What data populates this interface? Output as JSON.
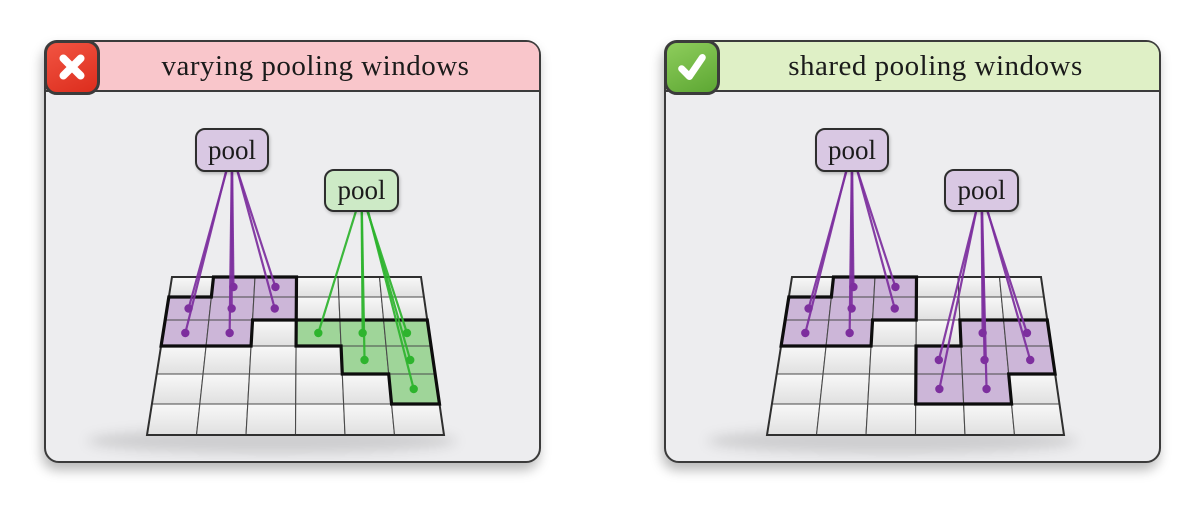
{
  "figure": {
    "panels": [
      {
        "name": "varying",
        "title": "varying pooling windows",
        "status_icon": "cross",
        "header_bg": "#f9c6cb",
        "icon_bg_top": "#f25442",
        "icon_bg_bottom": "#dc2d1d",
        "pools": [
          {
            "label": "pool",
            "box_fill": "#d9c8e3",
            "accent": "#7d2f9e",
            "cell_fill": "#ccb6d8",
            "cells": [
              [
                1,
                2
              ],
              [
                1,
                3
              ],
              [
                2,
                1
              ],
              [
                2,
                2
              ],
              [
                2,
                3
              ],
              [
                3,
                1
              ],
              [
                3,
                2
              ]
            ],
            "outline": [
              [
                0,
                1
              ],
              [
                0,
                3
              ],
              [
                2,
                3
              ],
              [
                2,
                2
              ],
              [
                3,
                2
              ],
              [
                3,
                0
              ],
              [
                1,
                0
              ],
              [
                1,
                1
              ]
            ]
          },
          {
            "label": "pool",
            "box_fill": "#cdeac6",
            "accent": "#2eb42e",
            "cell_fill": "#9fd599",
            "cells": [
              [
                3,
                4
              ],
              [
                3,
                5
              ],
              [
                3,
                6
              ],
              [
                4,
                5
              ],
              [
                4,
                6
              ],
              [
                5,
                6
              ]
            ],
            "outline": [
              [
                2,
                3
              ],
              [
                2,
                6
              ],
              [
                5,
                6
              ],
              [
                5,
                5
              ],
              [
                4,
                5
              ],
              [
                4,
                4
              ],
              [
                3,
                4
              ],
              [
                3,
                3
              ]
            ]
          }
        ]
      },
      {
        "name": "shared",
        "title": "shared pooling windows",
        "status_icon": "check",
        "header_bg": "#dff0c6",
        "icon_bg_top": "#8ecd5c",
        "icon_bg_bottom": "#5da733",
        "pools": [
          {
            "label": "pool",
            "box_fill": "#d9c8e3",
            "accent": "#7d2f9e",
            "cell_fill": "#ccb6d8",
            "cells": [
              [
                1,
                2
              ],
              [
                1,
                3
              ],
              [
                2,
                1
              ],
              [
                2,
                2
              ],
              [
                2,
                3
              ],
              [
                3,
                1
              ],
              [
                3,
                2
              ]
            ],
            "outline": [
              [
                0,
                1
              ],
              [
                0,
                3
              ],
              [
                2,
                3
              ],
              [
                2,
                2
              ],
              [
                3,
                2
              ],
              [
                3,
                0
              ],
              [
                1,
                0
              ],
              [
                1,
                1
              ]
            ]
          },
          {
            "label": "pool",
            "box_fill": "#d9c8e3",
            "accent": "#7d2f9e",
            "cell_fill": "#ccb6d8",
            "cells": [
              [
                3,
                5
              ],
              [
                3,
                6
              ],
              [
                4,
                4
              ],
              [
                4,
                5
              ],
              [
                4,
                6
              ],
              [
                5,
                4
              ],
              [
                5,
                5
              ]
            ],
            "outline": [
              [
                2,
                4
              ],
              [
                2,
                6
              ],
              [
                4,
                6
              ],
              [
                4,
                5
              ],
              [
                5,
                5
              ],
              [
                5,
                3
              ],
              [
                3,
                3
              ],
              [
                3,
                4
              ]
            ]
          }
        ]
      }
    ],
    "grid": {
      "rows": 6,
      "cols": 6,
      "cell_fill_top": "#f8f8f8",
      "cell_fill_bottom": "#e0e0e0",
      "grid_line_color": "#4a4a4a",
      "frame_color": "#2f2f2f",
      "outline_color": "#0d0d0d"
    }
  }
}
